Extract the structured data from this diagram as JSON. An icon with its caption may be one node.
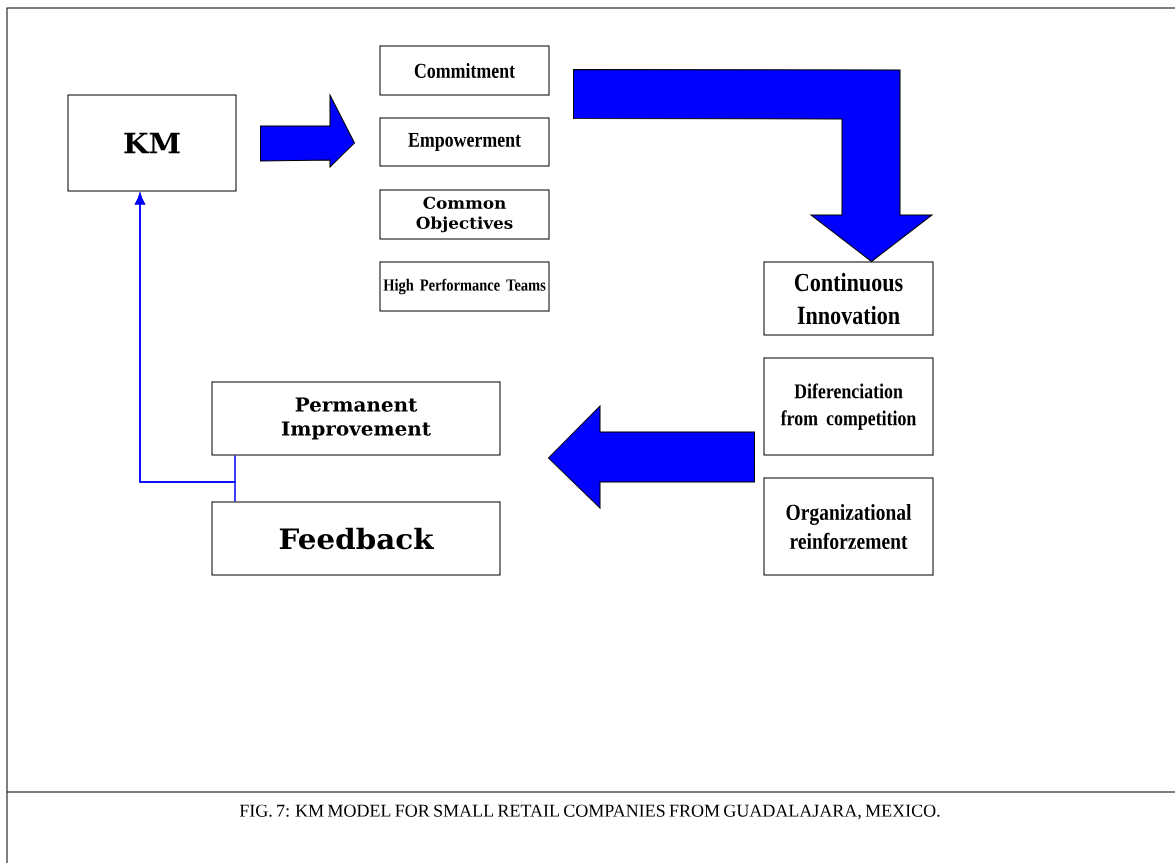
{
  "diagram": {
    "caption": "FIG. 7: KM MODEL FOR SMALL RETAIL COMPANIES FROM GUADALAJARA, MEXICO.",
    "nodes": [
      {
        "text": [
          "KM"
        ]
      },
      {
        "text": [
          "Commitment"
        ]
      },
      {
        "text": [
          "Empowerment"
        ]
      },
      {
        "text": [
          "Common Objectives"
        ]
      },
      {
        "text": [
          "High Performance Teams"
        ]
      },
      {
        "text": [
          "Continuous Innovation"
        ]
      },
      {
        "text": [
          "Diferenciation from competition"
        ]
      },
      {
        "text": [
          "Organizational reinforzement"
        ]
      },
      {
        "text": [
          "Permanent Improvement"
        ]
      },
      {
        "text": [
          "Feedback"
        ]
      }
    ],
    "edges": [
      {
        "from": 0,
        "to": 2,
        "arrow": "to",
        "style": "thick"
      },
      {
        "from": 1,
        "to": 5,
        "arrow": "to",
        "style": "thick"
      },
      {
        "from": 6,
        "to": 8,
        "arrow": "to",
        "style": "thick"
      },
      {
        "from": 8,
        "to": 0,
        "arrow": "to"
      },
      {
        "from": 9,
        "to": 0,
        "arrow": "to"
      }
    ]
  }
}
